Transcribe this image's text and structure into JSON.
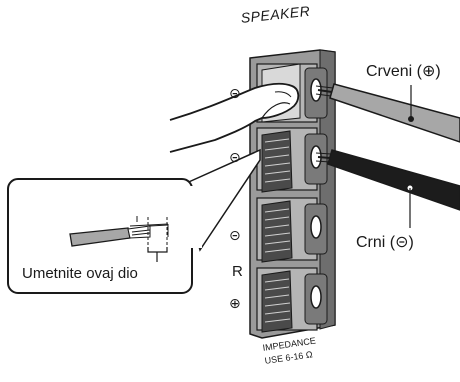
{
  "speaker_title": "SPEAKER",
  "wires": {
    "red_label": "Crveni (⊕)",
    "black_label": "Crni (⊝)"
  },
  "inset": {
    "insert_label": "Umetnite ovaj dio"
  },
  "terminal_signs": {
    "top_minus": "⊝",
    "second_minus": "⊝",
    "third_minus": "⊝",
    "channel": "R",
    "bottom_plus": "⊕"
  },
  "impedance": {
    "line1": "IMPEDANCE",
    "line2": "USE 6-16 Ω"
  },
  "colors": {
    "red_wire": "#a7a7a7",
    "black_wire": "#1c1c1c",
    "terminal_body": "#8c8c8c",
    "terminal_dark": "#3a3a3a",
    "outline": "#1a1a1a"
  }
}
